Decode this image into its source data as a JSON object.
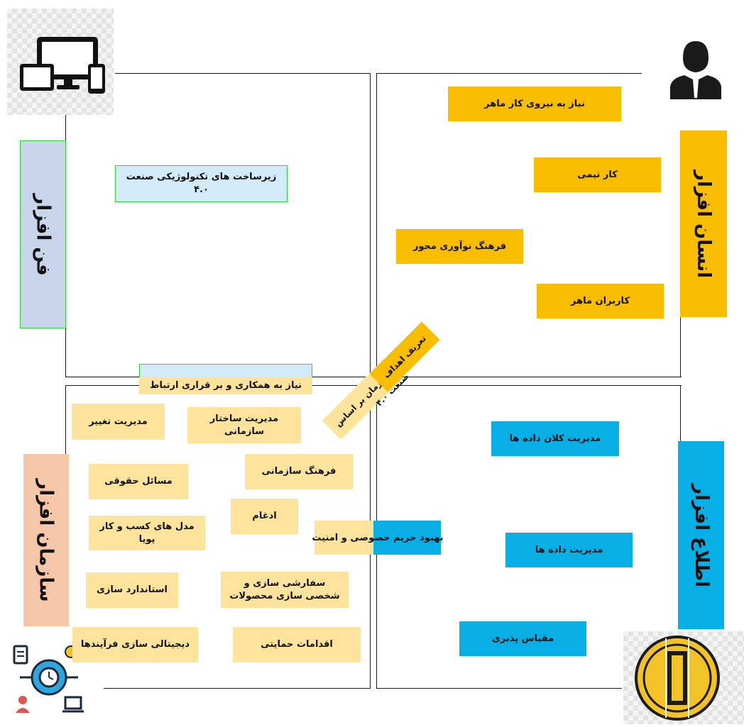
{
  "quadrants": {
    "human": {
      "title": "انسان افزار",
      "color": "#f9bd00",
      "items": [
        "نیاز به نیروی کار ماهر",
        "کار تیمی",
        "فرهنگ نوآوری محور",
        "کاربران ماهر"
      ]
    },
    "technology": {
      "title": "فن افزار",
      "color": "#c7d4ea",
      "items": [
        "زیرساخت های تکنولوژیکی صنعت ۴.۰"
      ]
    },
    "organization": {
      "title": "سازمان افزار",
      "color": "#f6c6a8",
      "items": [
        "نیاز به همکاری و بر قراری ارتباط",
        "مدیریت تغییر",
        "مدیریت ساختار سازمانی",
        "فرهنگ سازمانی",
        "مسائل حقوقی",
        "ادغام",
        "مدل های کسب و کار پویا",
        "بهبود حریم خصوصی و امنیت",
        "استاندارد سازی",
        "سفارشی سازی و شخصی سازی محصولات",
        "دیجیتالی سازی فرآیندها",
        "اقدامات حمایتی"
      ]
    },
    "information": {
      "title": "اطلاع افزار",
      "color": "#08aee6",
      "items": [
        "مدیریت کلان داده ها",
        "مدیریت داده ها",
        "مقیاس پذیری"
      ]
    }
  },
  "diagonal_labels": {
    "org_goals": "سازمان بر اساس",
    "define_goals": "تعریف اهداف",
    "industry": "صنعت ۴.۰"
  },
  "icons": [
    "devices-icon",
    "businessman-icon",
    "process-gear-icon",
    "coin-icon"
  ]
}
